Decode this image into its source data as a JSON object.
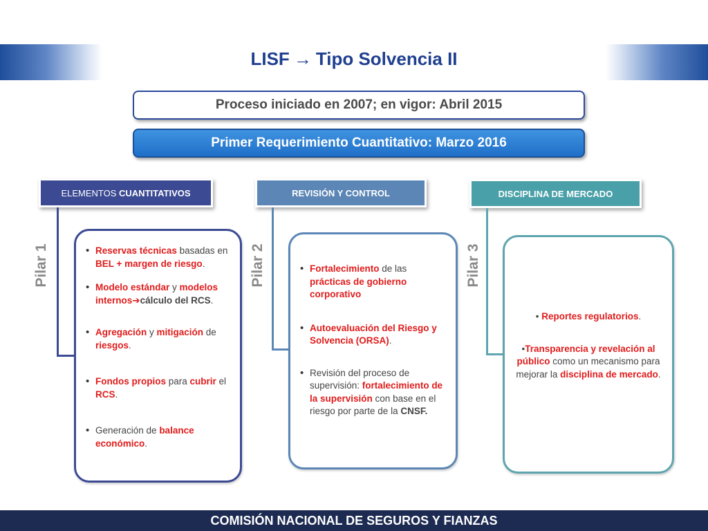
{
  "title": {
    "left": "LISF",
    "arrow": "→",
    "right": "Tipo Solvencia II"
  },
  "process_box": "Proceso iniciado en 2007; en vigor: Abril 2015",
  "quant_box": "Primer Requerimiento Cuantitativo: Marzo 2016",
  "pillars": [
    {
      "label": "Pilar 1",
      "header_a": "ELEMENTOS ",
      "header_b": "CUANTITATIVOS",
      "items": [
        {
          "a": "Reservas técnicas",
          "b": " basadas en ",
          "c": "BEL + margen de riesgo",
          "d": "."
        },
        {
          "a": "Modelo estándar",
          "b": " y ",
          "c": "modelos internos",
          "arrow": "➔",
          "e": "cálculo del RCS",
          "f": "."
        },
        {
          "a": "Agregación",
          "b": " y ",
          "c": "mitigación",
          "d": " de ",
          "e": "riesgos",
          "f": "."
        },
        {
          "a": "Fondos propios",
          "b": " para ",
          "c": "cubrir",
          "d": " el ",
          "e": "RCS",
          "f": "."
        },
        {
          "a": "Generación de ",
          "b": "balance económico",
          "c": "."
        }
      ]
    },
    {
      "label": "Pilar 2",
      "header": "REVISIÓN Y CONTROL",
      "items": [
        {
          "a": "Fortalecimiento",
          "b": " de las ",
          "c": "prácticas de gobierno corporativo"
        },
        {
          "a": "Autoevaluación del Riesgo y Solvencia (ORSA)",
          "b": "."
        },
        {
          "a": "Revisión del proceso de supervisión: ",
          "b": "fortalecimiento de la supervisión",
          "c": " con base en el riesgo por parte de la ",
          "d": "CNSF."
        }
      ]
    },
    {
      "label": "Pilar 3",
      "header": "DISCIPLINA DE MERCADO",
      "items": [
        {
          "bullet": "• ",
          "a": "Reportes regulatorios",
          "b": "."
        },
        {
          "bullet": "•",
          "a": "Transparencia y revelación al público",
          "b": " como un mecanismo para mejorar la ",
          "c": "disciplina de mercado",
          "d": "."
        }
      ]
    }
  ],
  "footer": "COMISIÓN NACIONAL DE SEGUROS Y FIANZAS",
  "colors": {
    "title": "#1f3f8f",
    "pilar1": "#3b4a93",
    "pilar2": "#5b86b5",
    "pilar3": "#4aa0a8",
    "footer": "#1d2b52",
    "highlight": "#e01b1b"
  }
}
